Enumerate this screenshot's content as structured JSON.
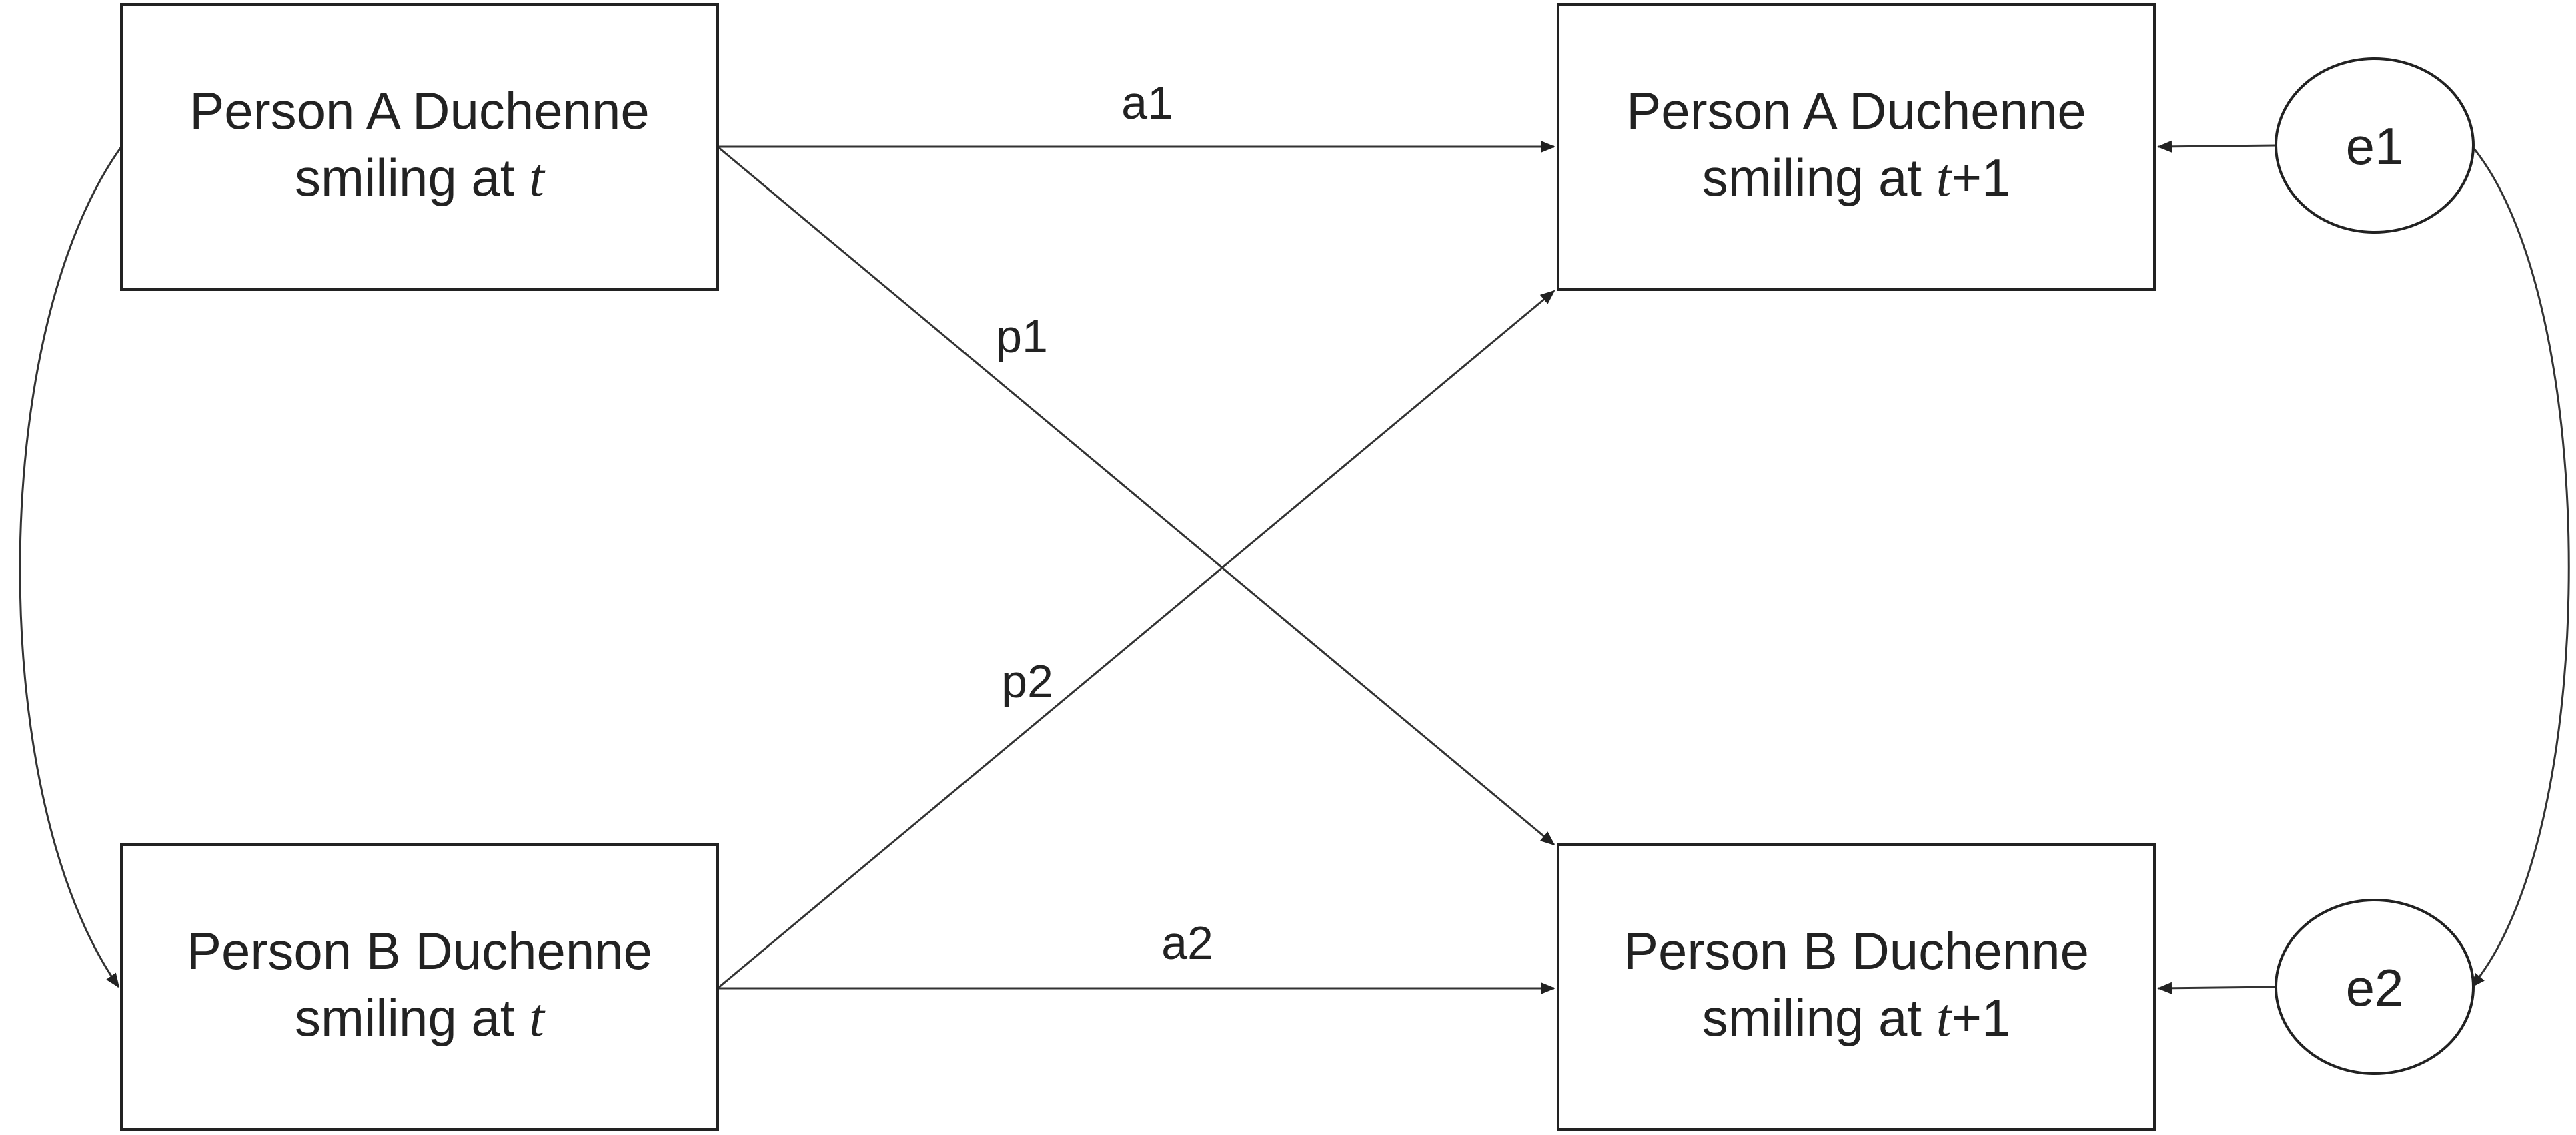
{
  "diagram": {
    "boxes": {
      "a_t": {
        "line1": "Person A Duchenne",
        "line2_prefix": "smiling at ",
        "line2_var": "t",
        "line2_suffix": ""
      },
      "a_t1": {
        "line1": "Person A Duchenne",
        "line2_prefix": "smiling at ",
        "line2_var": "t",
        "line2_suffix": "+1"
      },
      "b_t": {
        "line1": "Person B Duchenne",
        "line2_prefix": "smiling at ",
        "line2_var": "t",
        "line2_suffix": ""
      },
      "b_t1": {
        "line1": "Person B Duchenne",
        "line2_prefix": "smiling at ",
        "line2_var": "t",
        "line2_suffix": "+1"
      }
    },
    "errors": {
      "e1": "e1",
      "e2": "e2"
    },
    "paths": {
      "a1": "a1",
      "a2": "a2",
      "p1": "p1",
      "p2": "p2"
    }
  }
}
